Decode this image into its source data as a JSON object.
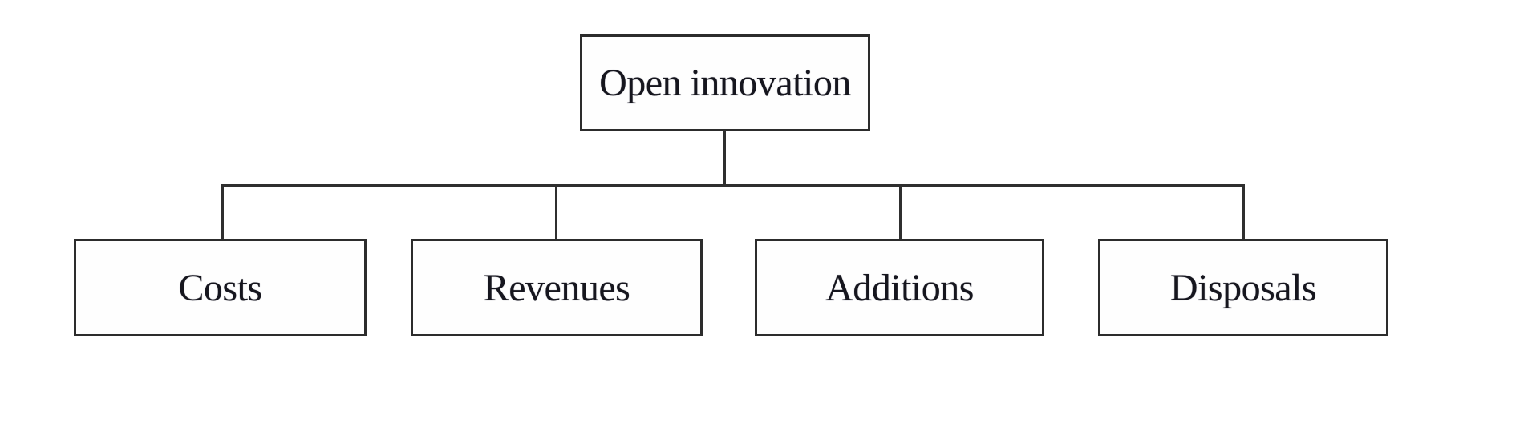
{
  "diagram": {
    "type": "tree",
    "root": {
      "label": "Open innovation"
    },
    "children": [
      {
        "label": "Costs"
      },
      {
        "label": "Revenues"
      },
      {
        "label": "Additions"
      },
      {
        "label": "Disposals"
      }
    ]
  },
  "colors": {
    "background": "#ffffff",
    "box_border": "#2c2c2c",
    "connector_line": "#2f2f2f",
    "text": "#16161e"
  }
}
